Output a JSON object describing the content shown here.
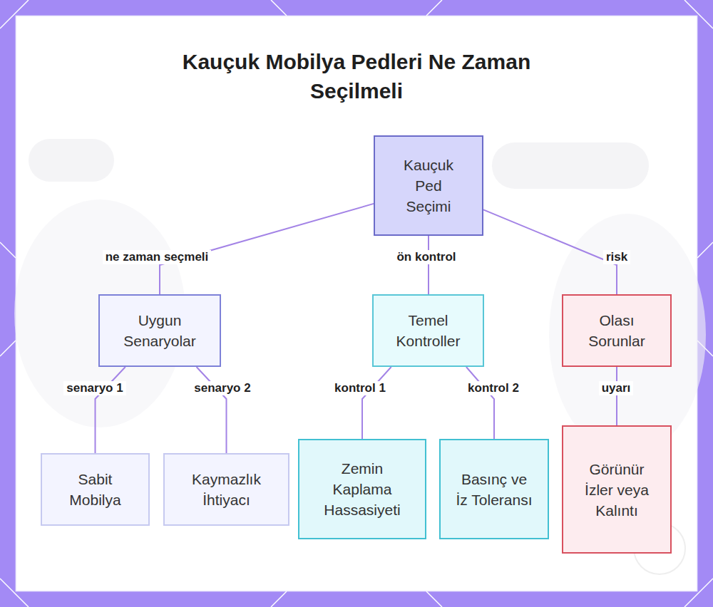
{
  "diagram": {
    "title": "Kauçuk Mobilya Pedleri Ne Zaman Seçilmeli",
    "nodes": [
      {
        "text": [
          "Kauçuk Ped Seçimi"
        ]
      },
      {
        "text": [
          "Uygun Senaryolar"
        ]
      },
      {
        "text": [
          "Temel Kontroller"
        ]
      },
      {
        "text": [
          "Olası Sorunlar"
        ]
      },
      {
        "text": [
          "Sabit Mobilya"
        ]
      },
      {
        "text": [
          "Kaymazlık İhtiyacı"
        ]
      },
      {
        "text": [
          "Zemin Kaplama Hassasiyeti"
        ]
      },
      {
        "text": [
          "Basınç ve İz Toleransı"
        ]
      },
      {
        "text": [
          "Görünür İzler veya Kalıntı"
        ]
      }
    ],
    "edges": [
      {
        "from": 0,
        "to": 1,
        "label": "ne zaman seçmeli",
        "arrow": "none"
      },
      {
        "from": 0,
        "to": 2,
        "label": "ön kontrol",
        "arrow": "none"
      },
      {
        "from": 0,
        "to": 3,
        "label": "risk",
        "arrow": "none"
      },
      {
        "from": 1,
        "to": 4,
        "label": "senaryo 1",
        "arrow": "none"
      },
      {
        "from": 1,
        "to": 5,
        "label": "senaryo 2",
        "arrow": "none"
      },
      {
        "from": 2,
        "to": 6,
        "label": "kontrol 1",
        "arrow": "none"
      },
      {
        "from": 2,
        "to": 7,
        "label": "kontrol 2",
        "arrow": "none"
      },
      {
        "from": 3,
        "to": 8,
        "label": "uyarı",
        "arrow": "none"
      }
    ]
  }
}
